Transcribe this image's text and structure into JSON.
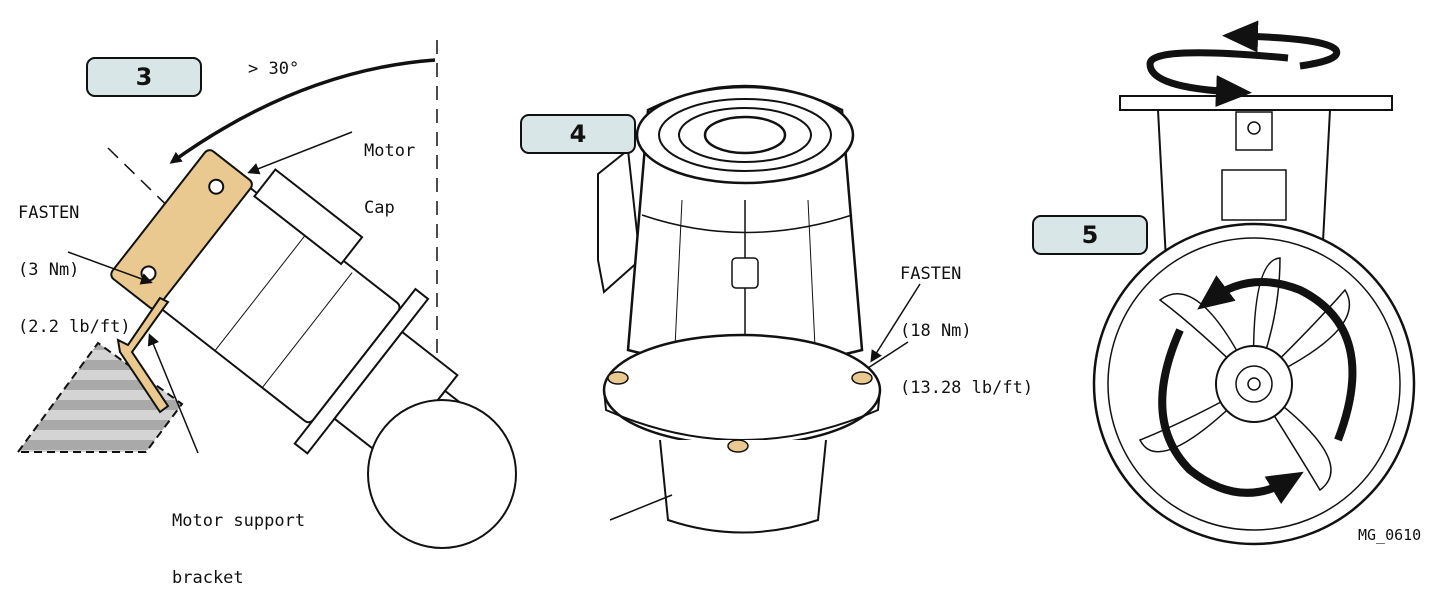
{
  "steps": {
    "step3": "3",
    "step4": "4",
    "step5": "5"
  },
  "labels": {
    "angle": "> 30°",
    "motor_cap": [
      "Motor",
      "Cap"
    ],
    "fasten_left": [
      "FASTEN",
      "(3 Nm)",
      "(2.2 lb/ft)"
    ],
    "motor_support_bracket": [
      "Motor support",
      "bracket"
    ],
    "fasten_right": [
      "FASTEN",
      "(18 Nm)",
      "(13.28 lb/ft)"
    ],
    "figure_code": "MG_0610"
  },
  "colors": {
    "step_box_fill": "#d8e6e7",
    "motor_cap_highlight": "#e9c98f",
    "line": "#111111"
  }
}
